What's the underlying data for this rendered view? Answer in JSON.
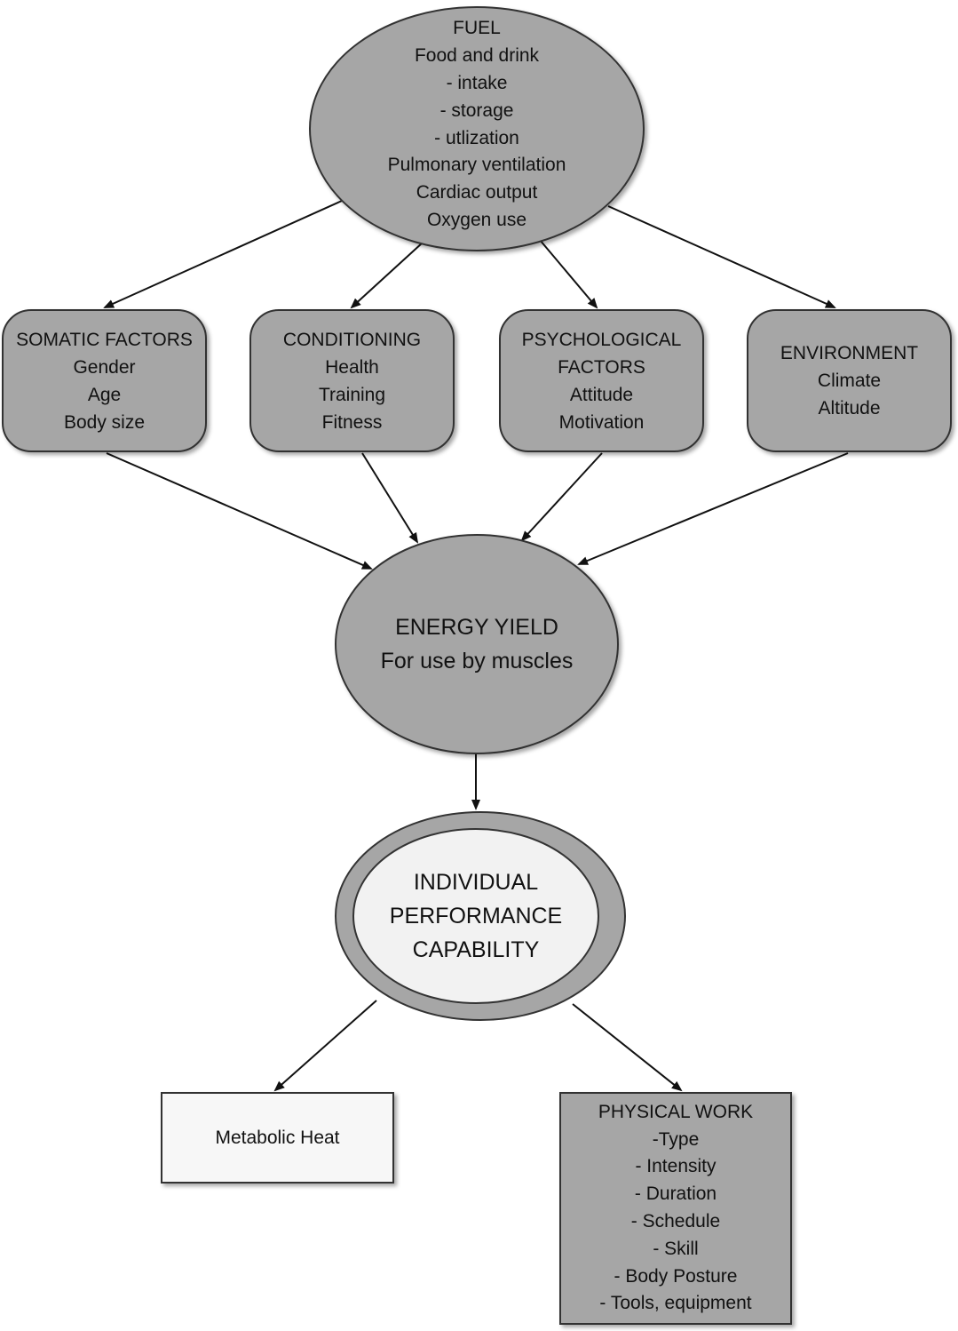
{
  "fuel": {
    "lines": [
      "FUEL",
      "Food and drink",
      "- intake",
      "- storage",
      "- utlization",
      "Pulmonary ventilation",
      "Cardiac output",
      "Oxygen use"
    ]
  },
  "somatic": {
    "lines": [
      "SOMATIC FACTORS",
      "Gender",
      "Age",
      "Body size"
    ]
  },
  "conditioning": {
    "lines": [
      "CONDITIONING",
      "Health",
      "Training",
      "Fitness"
    ]
  },
  "psychological": {
    "lines": [
      "PSYCHOLOGICAL",
      "FACTORS",
      "Attitude",
      "Motivation"
    ]
  },
  "environment": {
    "lines": [
      "ENVIRONMENT",
      "Climate",
      "Altitude"
    ]
  },
  "energy": {
    "lines": [
      "ENERGY YIELD",
      "For use by muscles"
    ]
  },
  "capability": {
    "lines": [
      "INDIVIDUAL",
      "PERFORMANCE",
      "CAPABILITY"
    ]
  },
  "heat": {
    "label": "Metabolic Heat"
  },
  "work": {
    "lines": [
      "PHYSICAL WORK",
      "-Type",
      "- Intensity",
      "- Duration",
      "- Schedule",
      "- Skill",
      "- Body Posture",
      "- Tools, equipment"
    ]
  },
  "colors": {
    "node_fill": "#a6a6a6",
    "light_fill": "#f2f2f2",
    "stroke": "#333333"
  }
}
